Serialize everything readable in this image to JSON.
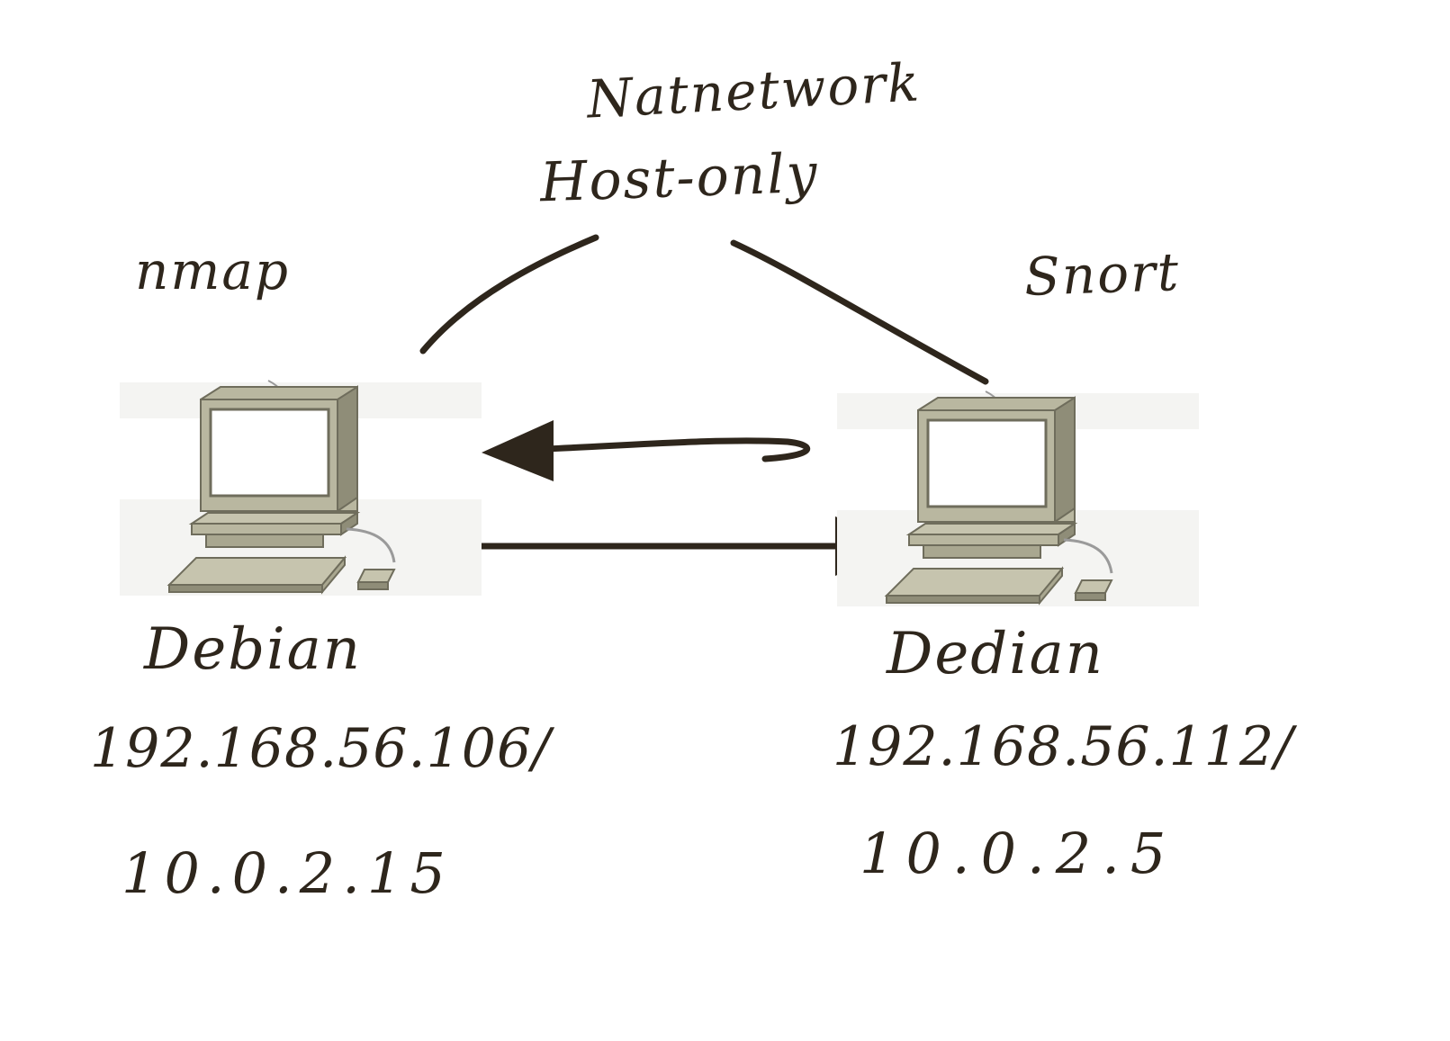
{
  "labels": {
    "network_top": "Natnetwork",
    "network_bottom": "Host-only",
    "left_role": "nmap",
    "right_role": "Snort",
    "left_os": "Debian",
    "right_os": "Dedian",
    "left_ip1": "192.168.56.106/",
    "left_ip2": "10.0.2.15",
    "right_ip1": "192.168.56.112/",
    "right_ip2": "10.0.2.5"
  },
  "icons": {
    "left_computer": "desktop-computer-icon",
    "right_computer": "desktop-computer-icon"
  },
  "colors": {
    "ink": "#2e261c",
    "computer_body": "#b9b7a0",
    "computer_shadow": "#8f8d78",
    "computer_outline": "#6f6d5c",
    "screen": "#ffffff",
    "panel_bg": "#f4f4f2"
  }
}
